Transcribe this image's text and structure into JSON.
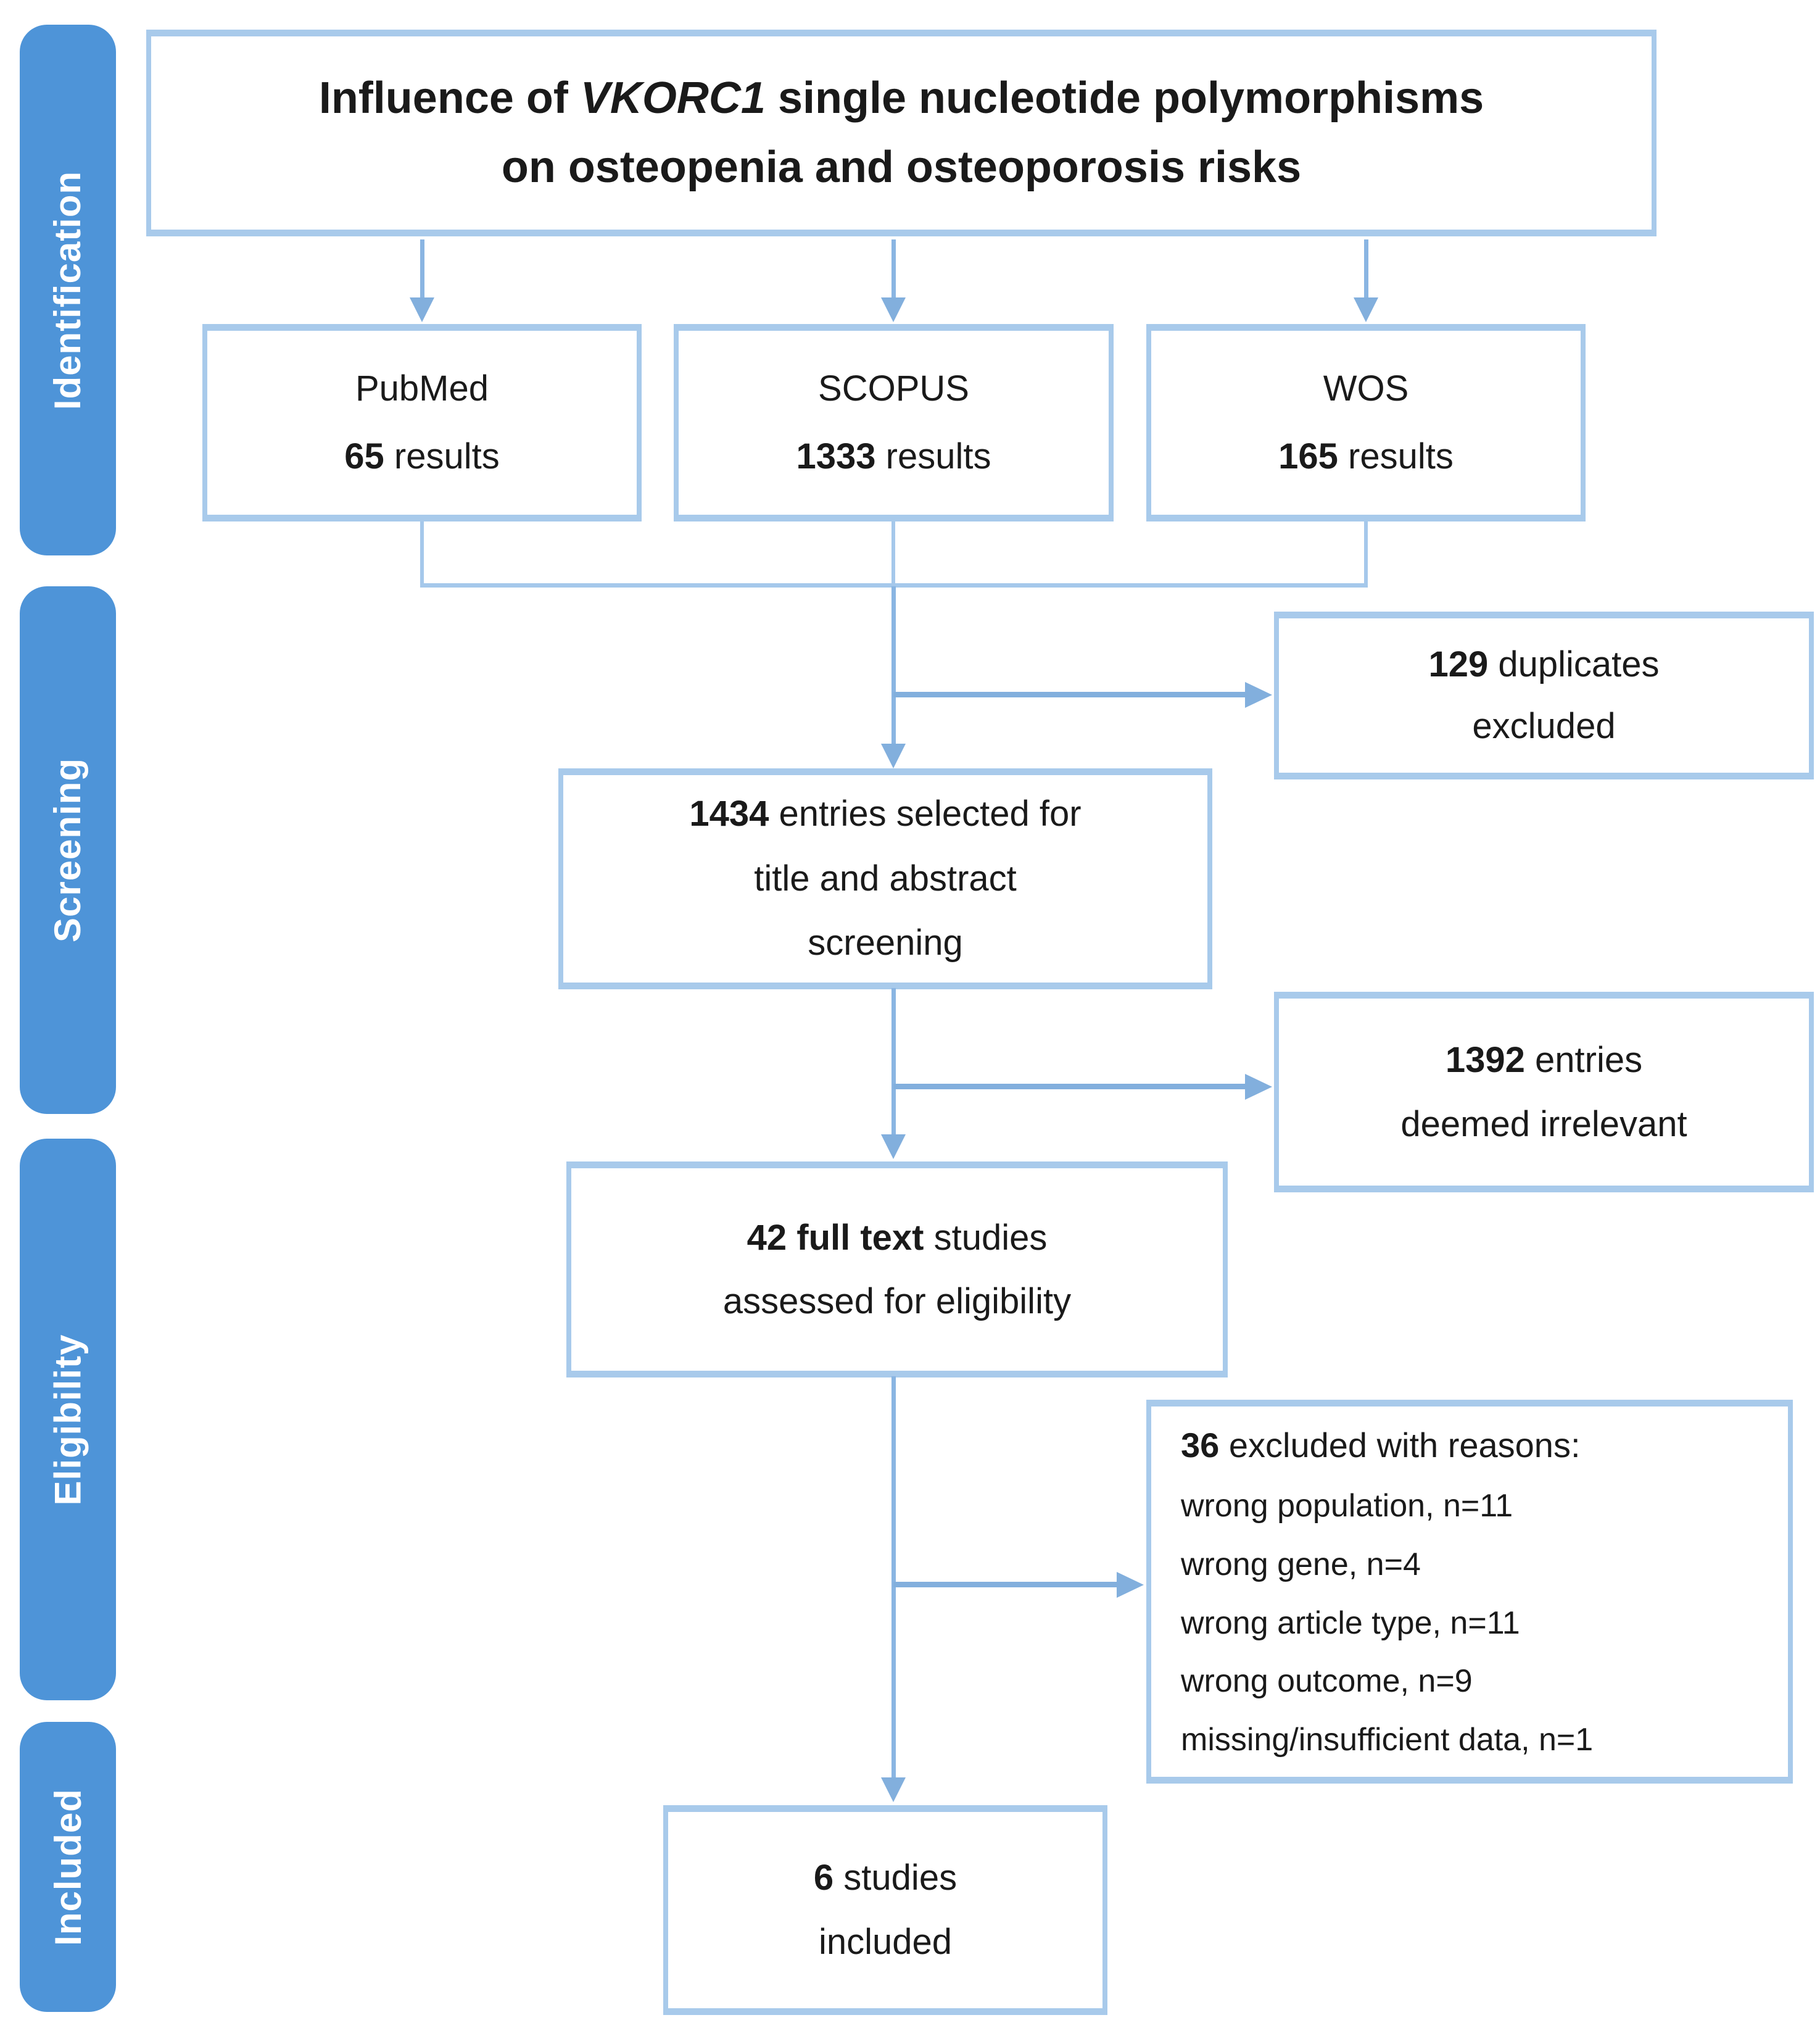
{
  "stages": {
    "identification": "Identification",
    "screening": "Screening",
    "eligibility": "Eligibility",
    "included": "Included"
  },
  "title": {
    "line1_pre": "Influence of ",
    "line1_gene": "VKORC1",
    "line1_post": " single nucleotide polymorphisms",
    "line2": "on osteopenia and osteoporosis risks"
  },
  "sources": {
    "pubmed": {
      "name": "PubMed",
      "count": "65",
      "suffix": " results"
    },
    "scopus": {
      "name": "SCOPUS",
      "count": "1333",
      "suffix": " results"
    },
    "wos": {
      "name": "WOS",
      "count": "165",
      "suffix": " results"
    }
  },
  "flow": {
    "duplicates": {
      "l1_strong": "129",
      "l1_rest": " duplicates",
      "l2": "excluded"
    },
    "selected": {
      "l1_strong": "1434",
      "l1_rest": " entries selected for",
      "l2": "title and abstract",
      "l3": "screening"
    },
    "irrelevant": {
      "l1_strong": "1392",
      "l1_rest": " entries",
      "l2": "deemed irrelevant"
    },
    "fulltext": {
      "l1_strong": "42 full text",
      "l1_rest": " studies",
      "l2": "assessed for eligibility"
    },
    "excluded": {
      "heading_strong": "36",
      "heading_rest": " excluded with reasons:",
      "reasons": [
        "wrong population, n=11",
        "wrong gene, n=4",
        "wrong article type, n=11",
        "wrong outcome, n=9",
        "missing/insufficient data, n=1"
      ]
    },
    "included": {
      "l1_strong": "6",
      "l1_rest": " studies",
      "l2": "included"
    }
  },
  "colors": {
    "stage_fill": "#4E94D8",
    "box_border": "#A8CAEB",
    "connector": "#82AFDD",
    "thin_line": "#A5C8EB"
  }
}
